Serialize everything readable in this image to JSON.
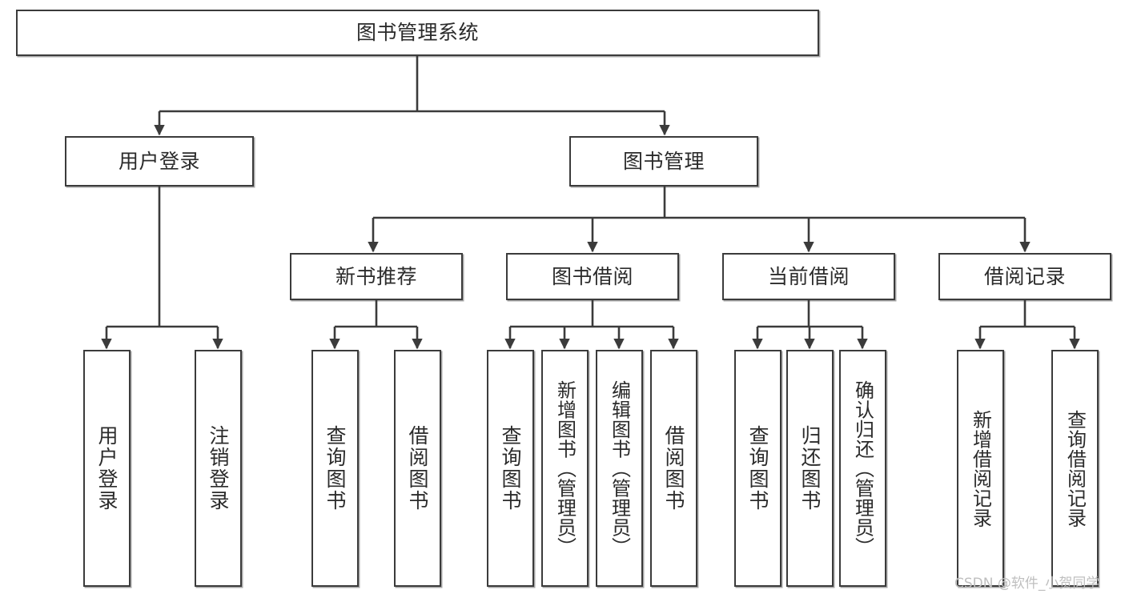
{
  "diagram": {
    "title": "图书管理系统",
    "type": "hierarchy-tree",
    "background": "#ffffff",
    "box_border_color": "#3b3b3b",
    "text_color": "#2b2b2b",
    "connector_color": "#3b3b3b"
  },
  "nodes": {
    "root": {
      "label": "图书管理系统"
    },
    "level2": [
      {
        "label": "用户登录"
      },
      {
        "label": "图书管理"
      }
    ],
    "level3": [
      {
        "label": "新书推荐"
      },
      {
        "label": "图书借阅"
      },
      {
        "label": "当前借阅"
      },
      {
        "label": "借阅记录"
      }
    ],
    "leaves": {
      "user_login": [
        {
          "label": "用户登录"
        },
        {
          "label": "注销登录"
        }
      ],
      "new_book_recommend": [
        {
          "label": "查询图书"
        },
        {
          "label": "借阅图书"
        }
      ],
      "book_borrow": [
        {
          "label": "查询图书"
        },
        {
          "label": "新增图书（管理员）"
        },
        {
          "label": "编辑图书（管理员）"
        },
        {
          "label": "借阅图书"
        }
      ],
      "current_borrow": [
        {
          "label": "查询图书"
        },
        {
          "label": "归还图书"
        },
        {
          "label": "确认归还（管理员）"
        }
      ],
      "borrow_record": [
        {
          "label": "新增借阅记录"
        },
        {
          "label": "查询借阅记录"
        }
      ]
    }
  },
  "watermark": {
    "text": "CSDN @软件_小贺同学"
  }
}
